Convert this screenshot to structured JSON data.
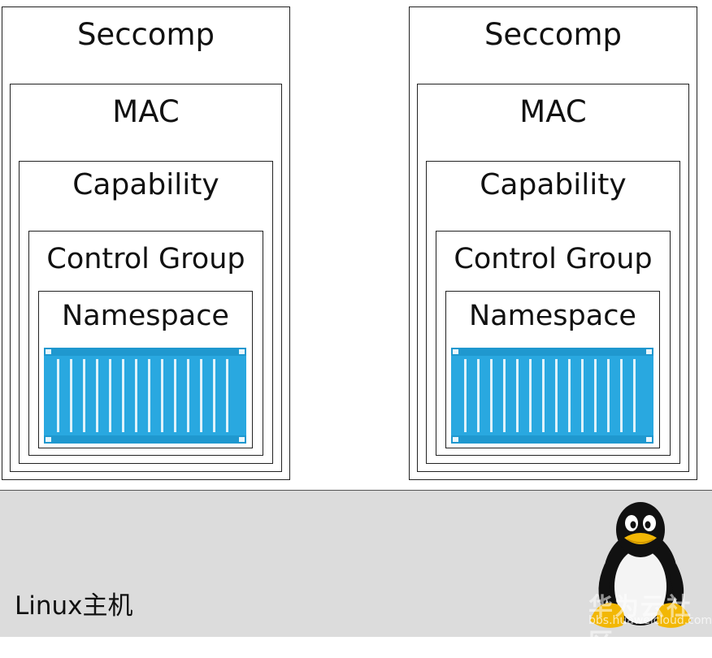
{
  "stacks": [
    {
      "layers": [
        "Seccomp",
        "MAC",
        "Capability",
        "Control Group",
        "Namespace"
      ],
      "icon": "container-icon"
    },
    {
      "layers": [
        "Seccomp",
        "MAC",
        "Capability",
        "Control Group",
        "Namespace"
      ],
      "icon": "container-icon"
    }
  ],
  "host": {
    "label": "Linux主机",
    "icon": "tux-penguin-icon"
  },
  "watermark": {
    "text": "华为云社区",
    "url": "bbs.huaweicloud.com"
  },
  "colors": {
    "container": "#29a8e0",
    "container_stripe": "#ffffff",
    "host_background": "#dcdcdc",
    "border": "#222222"
  }
}
